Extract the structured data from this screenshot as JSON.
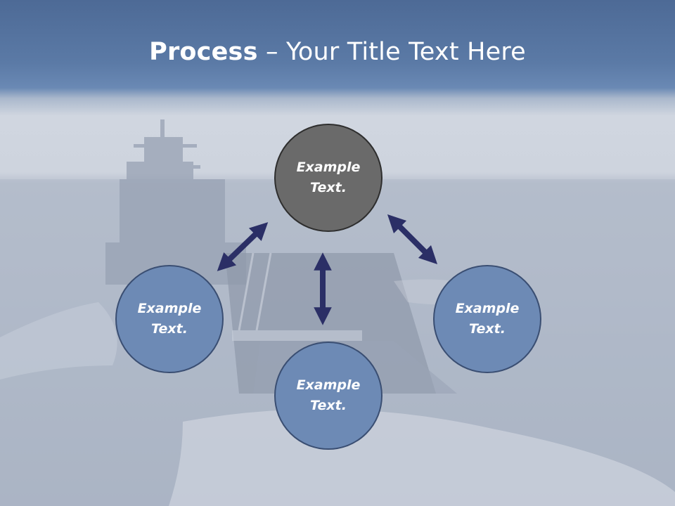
{
  "title": {
    "bold": "Process",
    "separator": " – ",
    "rest": "Your Title Text Here"
  },
  "nodes": {
    "top": {
      "line1": "Example",
      "line2": "Text."
    },
    "left": {
      "line1": "Example",
      "line2": "Text."
    },
    "right": {
      "line1": "Example",
      "line2": "Text."
    },
    "bottom": {
      "line1": "Example",
      "line2": "Text."
    }
  },
  "colors": {
    "node_blue": "#6d8ab5",
    "node_gray": "#6a6a6a",
    "arrow": "#2b2f66",
    "title_text": "#ffffff"
  }
}
